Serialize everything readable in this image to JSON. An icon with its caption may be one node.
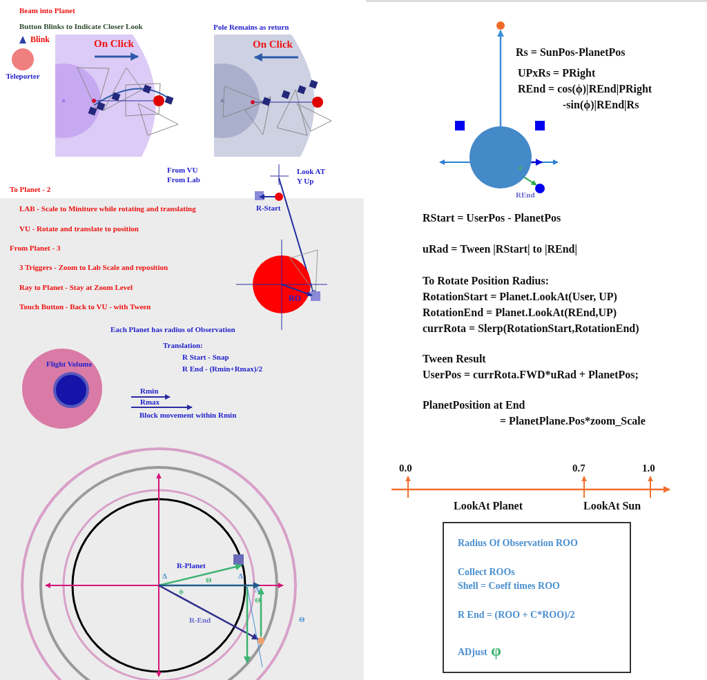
{
  "diagram": {
    "nodes": [
      {
        "text": [
          "Teleporter"
        ]
      },
      {
        "text": [
          "Flight Volume"
        ]
      },
      {
        "text": [],
        "shape": "circle"
      },
      {
        "text": [],
        "shape": "circle"
      },
      {
        "text": [
          "Radius Of Observation ROO",
          "Collect ROOs",
          "Shell = Coeff times ROO",
          "R End = (ROO + C*ROO)/2",
          "ADjust",
          "φ"
        ]
      }
    ],
    "edges": [
      {
        "from": 3,
        "to": 2,
        "arrow": "to"
      }
    ],
    "labels": [
      "Beam into Planet",
      "Button Blinks to Indicate Closer Look",
      "Blink",
      "On Click",
      "Pole Remains as return",
      "On Click",
      "From VU From Lab",
      "Look AT Y Up",
      "To Planet - 2",
      "LAB - Scale to Miniture while rotating and translating",
      "R-Start",
      "VU - Rotate and translate to position",
      "From Planet - 3",
      "3 Triggers - Zoom to Lab Scale and reposition",
      "Ray to Planet - Stay at Zoom Level",
      "Touch Button - Back to VU - with Tween",
      "RO",
      "Each Planet has radius of Observation",
      "Translation:",
      "R Start - Snap",
      "R End - (Rmin+Rmax)/2",
      "Rmin",
      "Rmax",
      "Block movement within Rmin",
      "R-Planet",
      "Δ",
      "Θ",
      "Δ",
      "ϕ",
      "Δ",
      "Θ",
      "R-End",
      "Θ",
      "Rs = SunPos-PlanetPos",
      "UPxRs = PRight",
      "REnd =  cos(ϕ)|REnd|PRight",
      "-sin(ϕ)|REnd|Rs",
      "ϕ",
      "REnd",
      "RStart = UserPos - PlanetPos",
      "uRad = Tween |RStart| to |REnd|",
      "To Rotate Position Radius:",
      "RotationStart = Planet.LookAt(User, UP)",
      "RotationEnd  = Planet.LookAt(REnd,UP)",
      "currRota = Slerp(RotationStart,RotationEnd)",
      "Tween Result",
      "UserPos = currRota.FWD*uRad + PlanetPos;",
      "PlanetPosition at End",
      "= PlanetPlane.Pos*zoom_Scale",
      "0.0",
      "0.7",
      "1.0",
      "LookAt Planet",
      "LookAt Sun"
    ]
  }
}
